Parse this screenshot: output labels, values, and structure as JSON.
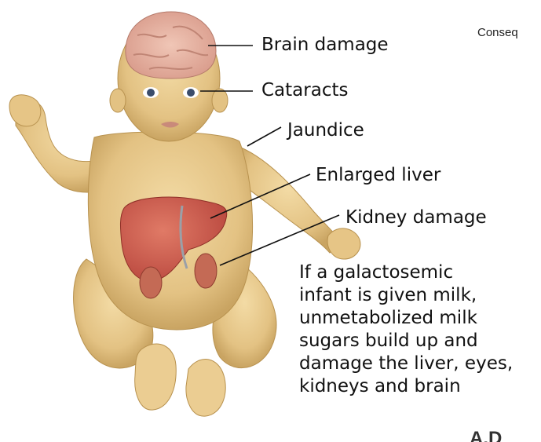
{
  "header_text": "Conseq",
  "labels": {
    "brain": "Brain damage",
    "cataracts": "Cataracts",
    "jaundice": "Jaundice",
    "liver": "Enlarged liver",
    "kidney": "Kidney damage"
  },
  "caption_lines": [
    "If a galactosemic",
    "infant is given milk,",
    "unmetabolized milk",
    "sugars build up and",
    "damage the liver, eyes,",
    "kidneys and brain"
  ],
  "logo_text": "A.D",
  "colors": {
    "skin": "#e8c88a",
    "skin_shadow": "#c9a462",
    "brain": "#e7b7a8",
    "liver": "#c9564a",
    "kidney": "#c46a55"
  }
}
